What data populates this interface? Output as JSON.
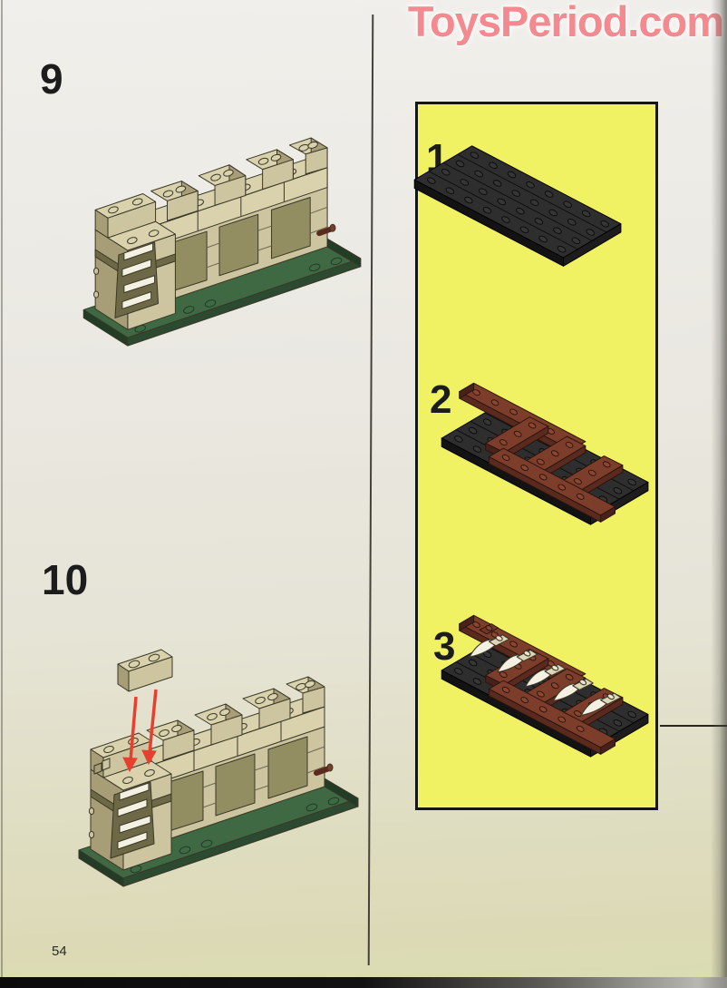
{
  "watermark": {
    "text": "ToysPeriod.com"
  },
  "steps": [
    {
      "number": "9"
    },
    {
      "number": "10"
    }
  ],
  "callout": {
    "items": [
      {
        "number": "1"
      },
      {
        "number": "2"
      },
      {
        "number": "3"
      }
    ]
  },
  "page_number": "54",
  "icons": {
    "placement_arrow": "red-down-arrow",
    "watermark_logo": "toysperiod-text-logo"
  },
  "colors": {
    "paper": "#eae8e1",
    "paper_top": "#f0efeb",
    "paper_green": "#dcdab6",
    "watermark_pink": "#f28a8f",
    "callout_yellow": "#f0f163",
    "ink": "#1c1c1c",
    "tan_light": "#d9d2ad",
    "tan_mid": "#cdc4a0",
    "tan_dark": "#a79d76",
    "olive_panel": "#938d62",
    "olive_dark": "#6d6946",
    "green_top": "#3e6943",
    "green_side": "#2b4a2f",
    "green_dark": "#223c26",
    "black_plate": "#2e2e2e",
    "black_plate_front": "#131313",
    "black_plate_right": "#1d1d1d",
    "brown_top": "#7c3e2b",
    "brown_side": "#5a2a1e",
    "brown_dark": "#47221a",
    "horn_white": "#f4f0e2",
    "cream": "#ded6b8",
    "arrow_red": "#e8402f",
    "divider": "#44423a"
  }
}
